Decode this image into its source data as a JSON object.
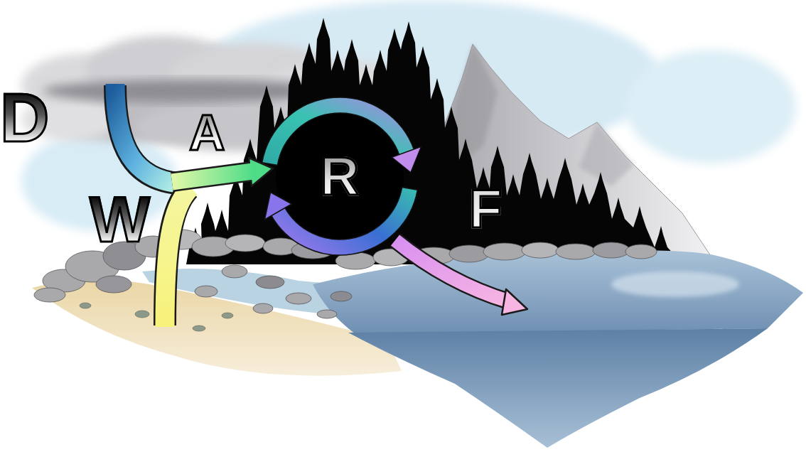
{
  "diagram": {
    "nodes": [
      {
        "text": [
          "R"
        ]
      }
    ],
    "labels": [
      "D",
      "A",
      "W",
      "F"
    ]
  }
}
